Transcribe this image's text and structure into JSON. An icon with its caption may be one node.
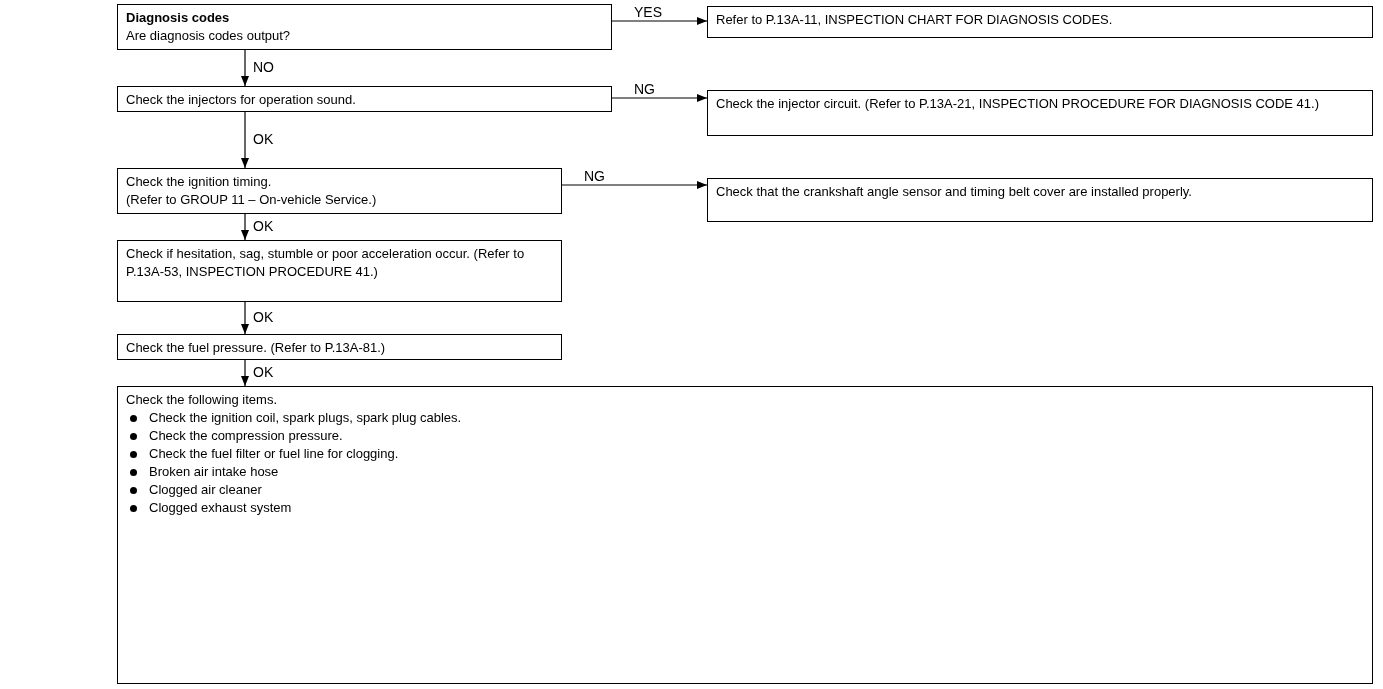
{
  "diagram": {
    "nodes": [
      {
        "text": [
          "Diagnosis codes",
          "Are diagnosis codes output?"
        ]
      },
      {
        "text": [
          "Refer to P.13A-11, INSPECTION CHART FOR DIAGNOSIS CODES."
        ]
      },
      {
        "text": [
          "Check the injectors for operation sound."
        ]
      },
      {
        "text": [
          "Check the injector circuit. (Refer to P.13A-21, INSPECTION PROCEDURE FOR DIAGNOSIS CODE 41.)"
        ]
      },
      {
        "text": [
          "Check the ignition timing.",
          "(Refer to GROUP 11 – On-vehicle Service.)"
        ]
      },
      {
        "text": [
          "Check that the crankshaft angle sensor and timing belt cover are installed properly."
        ]
      },
      {
        "text": [
          "Check if hesitation, sag, stumble or poor acceleration occur. (Refer to P.13A-53, INSPECTION PROCEDURE 41.)"
        ]
      },
      {
        "text": [
          "Check the fuel pressure. (Refer to P.13A-81.)"
        ]
      },
      {
        "text": [
          "Check the following items.",
          "Check the ignition coil, spark plugs, spark plug cables.",
          "Check the compression pressure.",
          "Check the fuel filter or fuel line for clogging.",
          "Broken air intake hose",
          "Clogged air cleaner",
          "Clogged exhaust system"
        ]
      }
    ],
    "edges": [
      {
        "from": 0,
        "to": 1,
        "arrow": "to",
        "label": "YES"
      },
      {
        "from": 0,
        "to": 2,
        "arrow": "to",
        "label": "NO"
      },
      {
        "from": 2,
        "to": 3,
        "arrow": "to",
        "label": "NG"
      },
      {
        "from": 2,
        "to": 4,
        "arrow": "to",
        "label": "OK"
      },
      {
        "from": 4,
        "to": 5,
        "arrow": "to",
        "label": "NG"
      },
      {
        "from": 4,
        "to": 6,
        "arrow": "to",
        "label": "OK"
      },
      {
        "from": 6,
        "to": 7,
        "arrow": "to",
        "label": "OK"
      },
      {
        "from": 7,
        "to": 8,
        "arrow": "to",
        "label": "OK"
      }
    ]
  }
}
